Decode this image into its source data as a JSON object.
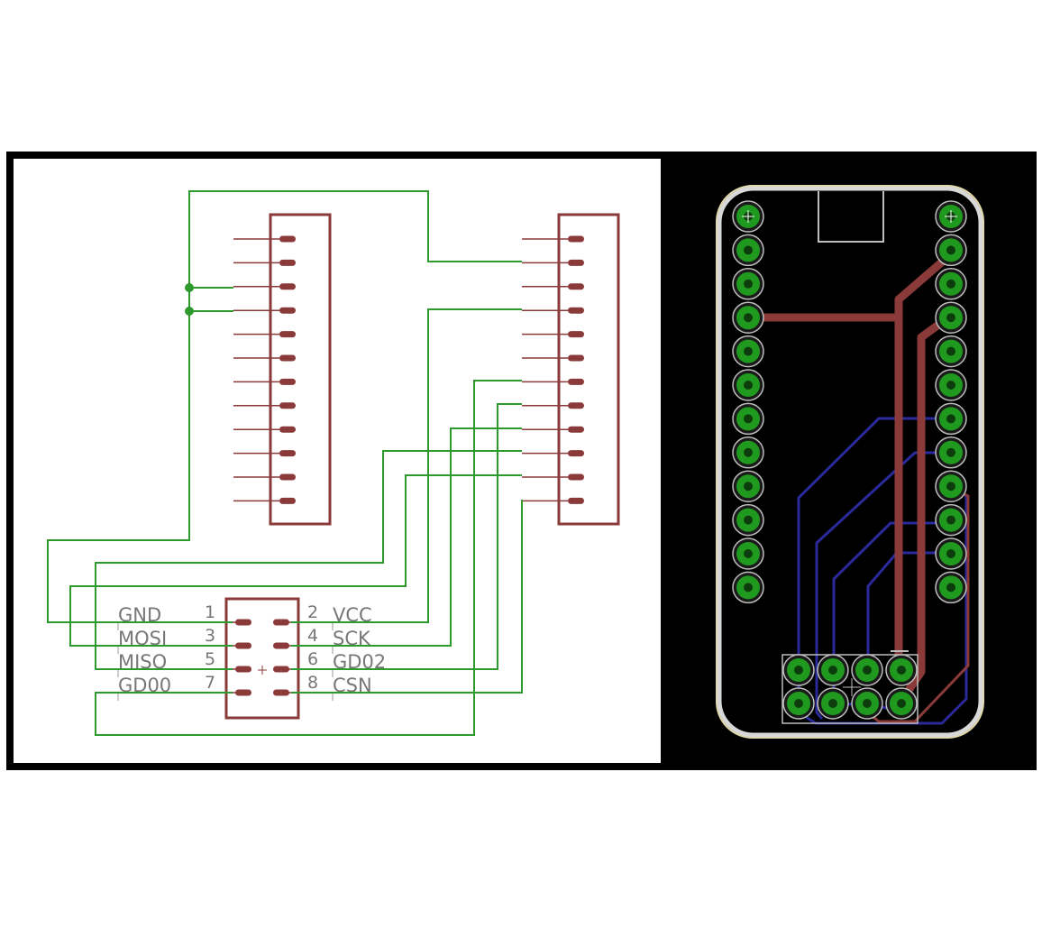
{
  "connector_pins": {
    "left": [
      {
        "num": "1",
        "label": "GND"
      },
      {
        "num": "3",
        "label": "MOSI"
      },
      {
        "num": "5",
        "label": "MISO"
      },
      {
        "num": "7",
        "label": "GD00"
      }
    ],
    "right": [
      {
        "num": "2",
        "label": "VCC"
      },
      {
        "num": "4",
        "label": "SCK"
      },
      {
        "num": "6",
        "label": "GD02"
      },
      {
        "num": "8",
        "label": "CSN"
      }
    ]
  },
  "colors": {
    "frame": "#000000",
    "schematic_bg": "#ffffff",
    "board_bg": "#000000",
    "symbol": "#8b3a3a",
    "wire": "#2e9a2e",
    "pin_label": "#777777",
    "top_trace": "#8b3a3a",
    "bottom_trace": "#2a2a9a",
    "pad": "#1f9a1f",
    "board_outline": "#d8d8d8"
  }
}
